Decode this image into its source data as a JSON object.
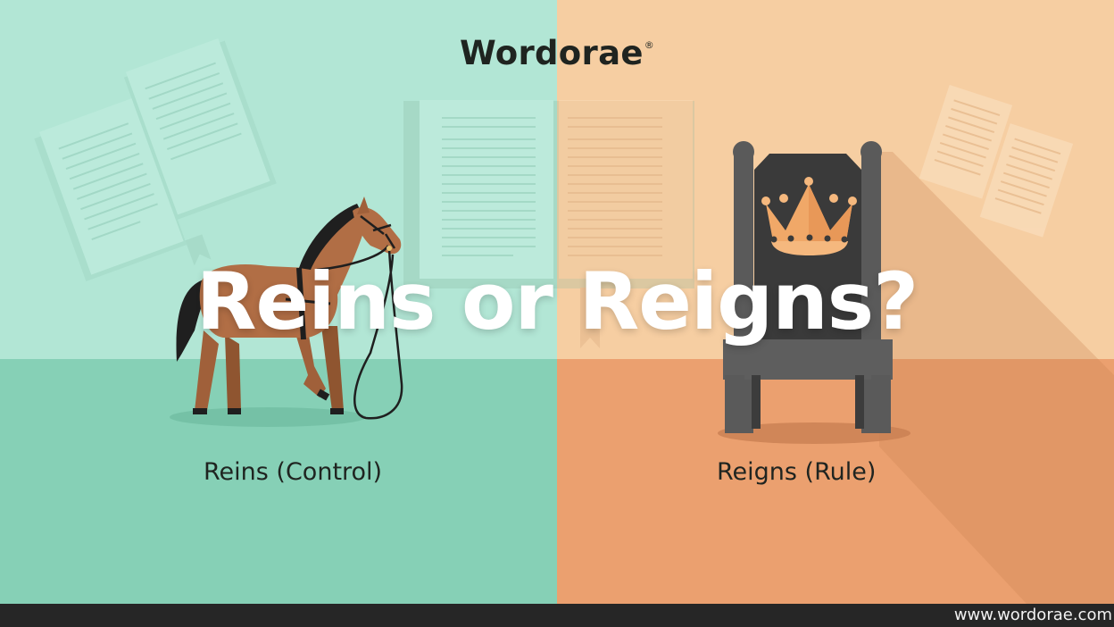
{
  "brand": {
    "name": "Wordorae",
    "mark": "®"
  },
  "title": "Reins or Reigns?",
  "left": {
    "caption": "Reins (Control)",
    "illustration": "horse-with-reins-icon",
    "colors": {
      "wall": "#b2e6d5",
      "floor": "#86d0b6"
    }
  },
  "right": {
    "caption": "Reigns (Rule)",
    "illustration": "throne-with-crown-icon",
    "colors": {
      "wall": "#f6cea2",
      "floor": "#eba06f"
    }
  },
  "background_decor": [
    "open-book-icon",
    "open-book-icon",
    "open-book-icon"
  ],
  "footer": {
    "url": "www.wordorae.com"
  }
}
